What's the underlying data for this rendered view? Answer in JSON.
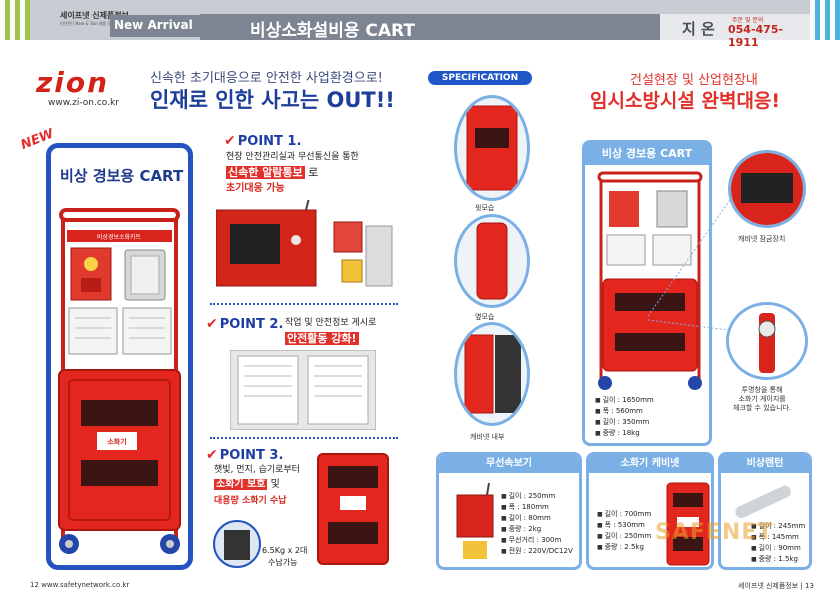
{
  "header": {
    "brand": "세이프넷 신제품정보",
    "brand_sub": "(안전인) New & Tool 제품 정보제공 에이전",
    "section": "New Arrival",
    "title": "비상소화설비용 CART",
    "company": "지 온",
    "contact_label": "주문 및 문의",
    "phone": "054-475-1911"
  },
  "left": {
    "logo": "zion",
    "url": "www.zi-on.co.kr",
    "tagline1": "신속한 초기대응으로 안전한 사업환경으로!",
    "tagline2": "인재로 인한 사고는 OUT!!",
    "new_badge": "NEW",
    "cart_title": "비상 경보용 CART",
    "cart_panel_label": "비상경보소화카트",
    "ext_label": "소화기",
    "points": [
      {
        "title": "POINT 1.",
        "line1": "현장 안전관리실과 무선통신을 통한",
        "highlight": "신속한 알람통보",
        "after": "로",
        "line3": "초기대응 가능"
      },
      {
        "title": "POINT 2.",
        "line1": "작업 및 안전정보 게시로",
        "highlight": "안전활동 강화!"
      },
      {
        "title": "POINT 3.",
        "line1": "햇빛, 먼지, 습기로부터",
        "highlight": "소화기 보호",
        "after": "및",
        "line3": "대용량 소화기 수납",
        "note1": "6.5Kg x 2대",
        "note2": "수납가능"
      }
    ],
    "footer": "12 www.safetynetwork.co.kr"
  },
  "right": {
    "spec_tag": "SPECIFICATION",
    "title1": "건설현장 및 산업현장내",
    "title2": "임시소방시설 완벽대응!",
    "views": [
      "윗모습",
      "옆모습",
      "캐비넷 내부"
    ],
    "spec_title": "비상 경보용 CART",
    "specs": [
      "길이 : 1650mm",
      "폭 : 560mm",
      "길이 : 350mm",
      "중량 : 18kg"
    ],
    "detail1": "캐비넷 잠금장치",
    "detail2": [
      "투명창을 통해",
      "소화기 게이지를",
      "체크할 수 있습니다."
    ],
    "products": [
      {
        "name": "무선속보기",
        "specs": [
          "길이 : 250mm",
          "폭 : 180mm",
          "길이 : 80mm",
          "중량 : 2kg",
          "무선거리 : 300m",
          "전원 : 220V/DC12V"
        ]
      },
      {
        "name": "소화기 케비넷",
        "specs": [
          "길이 : 700mm",
          "폭 : 530mm",
          "길이 : 250mm",
          "중량 : 2.5kg"
        ]
      },
      {
        "name": "비상렌턴",
        "specs": [
          "길이 : 245mm",
          "폭 : 145mm",
          "길이 : 90mm",
          "중량 : 1.5kg"
        ]
      }
    ],
    "watermark": "SAFENET",
    "footer": "세이프넷 신제품정보 | 13"
  },
  "colors": {
    "brand_red": "#e0302a",
    "brand_blue": "#1f57c8",
    "frame_blue": "#7ab0e5",
    "header_gray": "#7d8592"
  }
}
